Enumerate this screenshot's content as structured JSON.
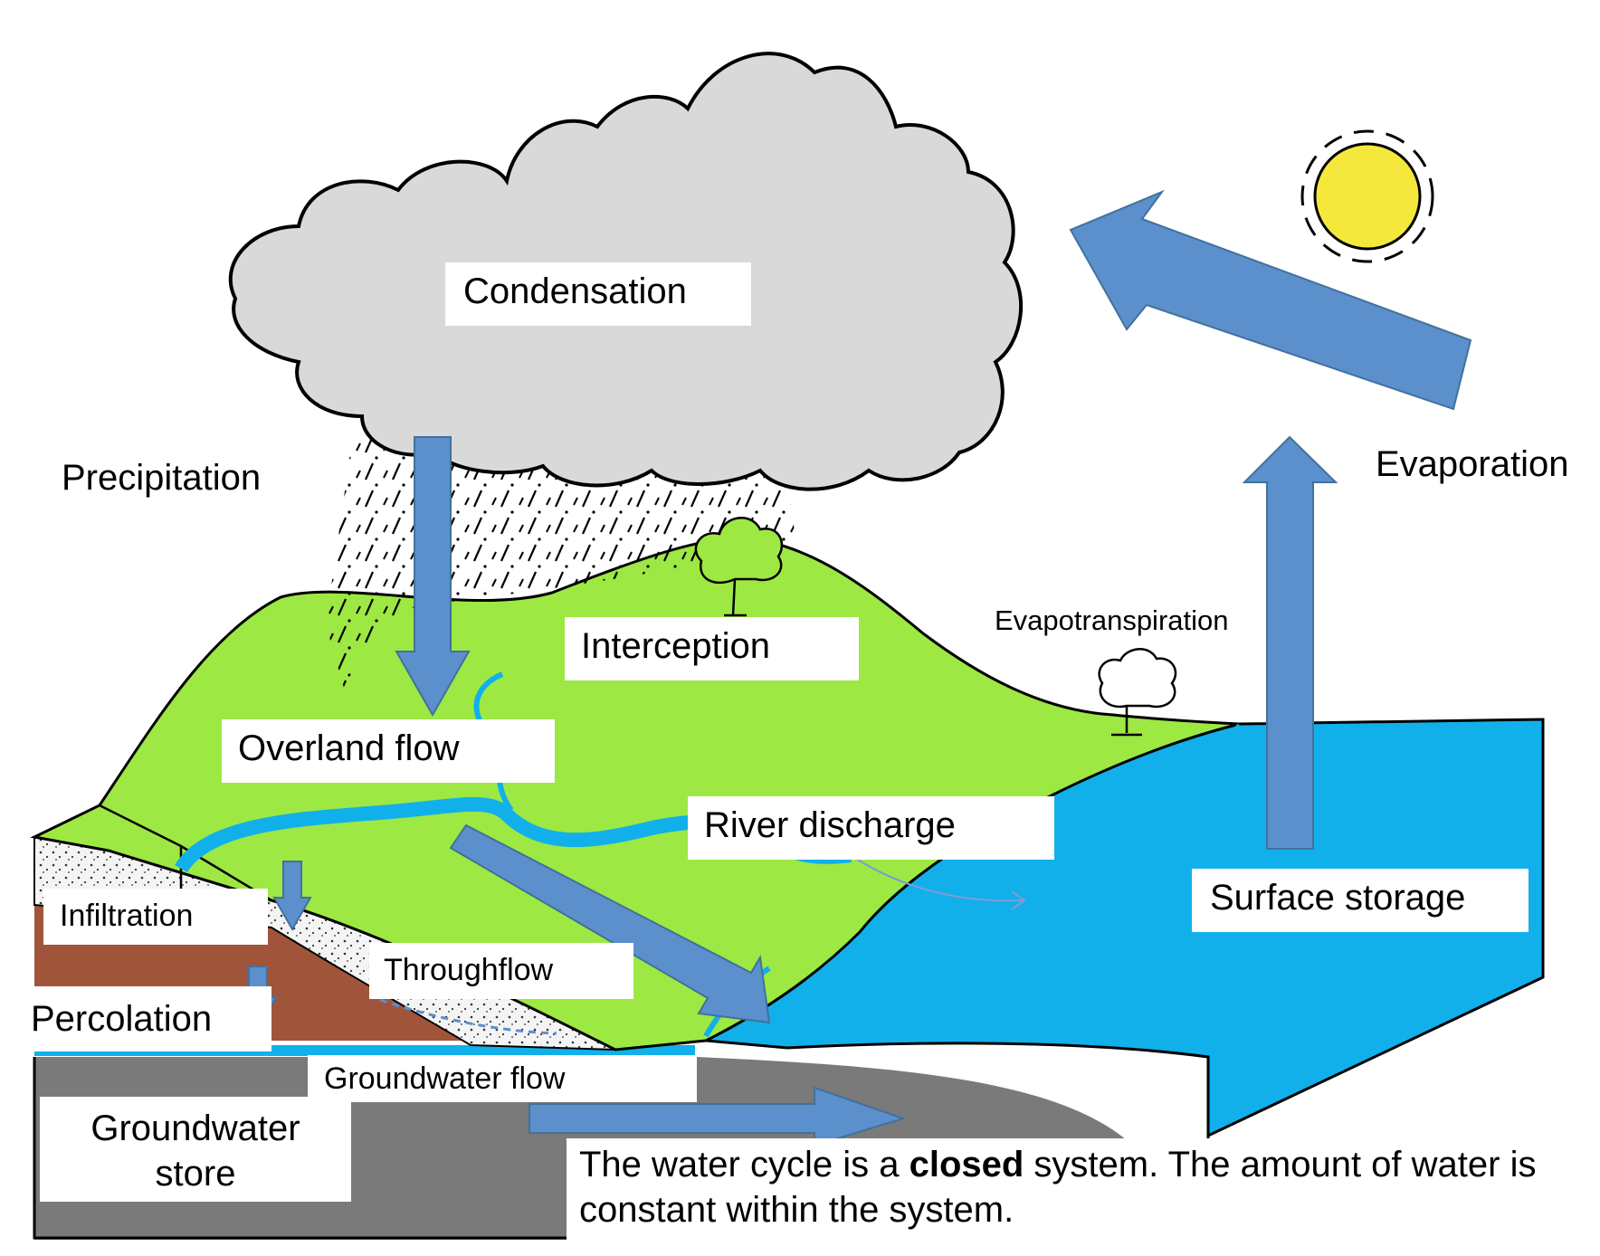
{
  "labels": {
    "condensation": "Condensation",
    "precipitation": "Precipitation",
    "evaporation": "Evaporation",
    "interception": "Interception",
    "evapotranspiration": "Evapotranspiration",
    "overland_flow": "Overland flow",
    "river_discharge": "River discharge",
    "surface_storage": "Surface storage",
    "infiltration": "Infiltration",
    "throughflow": "Throughflow",
    "percolation": "Percolation",
    "groundwater_flow": "Groundwater flow",
    "groundwater_store_line1": "Groundwater",
    "groundwater_store_line2": "store"
  },
  "caption": {
    "before": "The water cycle is a ",
    "bold": "closed",
    "after": " system. The amount of water is constant within the system."
  },
  "colors": {
    "cloud": "#d9d9d9",
    "land": "#9de843",
    "water": "#11b0ea",
    "arrow": "#5b90cc",
    "arrow_outline": "#41719c",
    "soil": "#a0553a",
    "bedrock": "#7a7a7a",
    "sun": "#f5e83c"
  },
  "icons": [
    "sun-icon",
    "tree-icon",
    "rain-icon"
  ]
}
